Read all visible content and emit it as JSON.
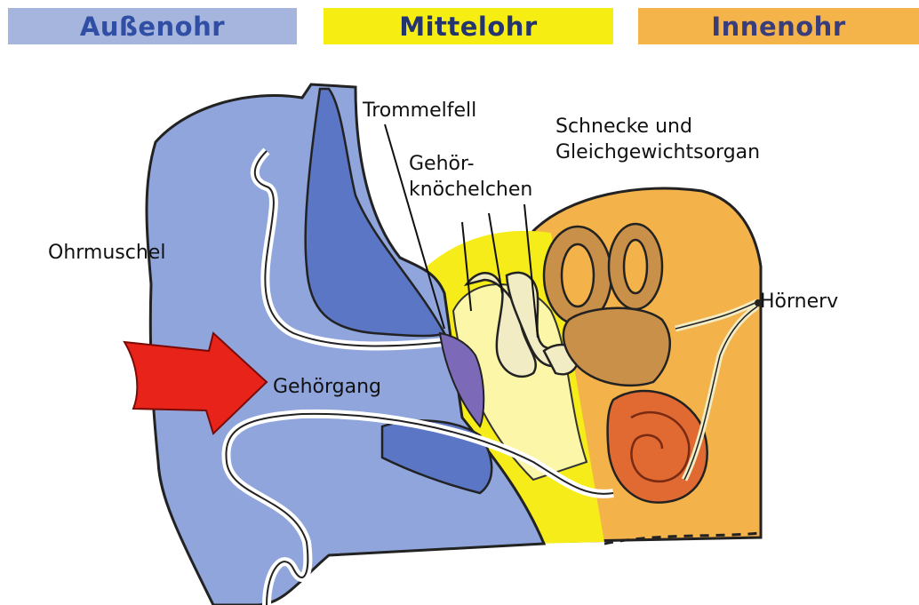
{
  "headers": {
    "outer": "Außenohr",
    "middle": "Mittelohr",
    "inner": "Innenohr"
  },
  "labels": {
    "trommelfell": "Trommelfell",
    "schnecke_line1": "Schnecke und",
    "schnecke_line2": "Gleichgewichtsorgan",
    "gehoer_line1": "Gehör-",
    "gehoer_line2": "knöchelchen",
    "ohrmuschel": "Ohrmuschel",
    "gehoergang": "Gehörgang",
    "hoernerv": "Hörnerv"
  },
  "colors": {
    "outer_ear": "#8fa5dc",
    "outer_ear_dark": "#5a76c4",
    "middle_ear": "#f5ec1a",
    "inner_ear": "#f3b24a",
    "bone": "#e8d8a8",
    "cochlea": "#c9904a",
    "arrow": "#e8231a"
  },
  "icons": {
    "sound_arrow": "arrow-right-icon"
  }
}
